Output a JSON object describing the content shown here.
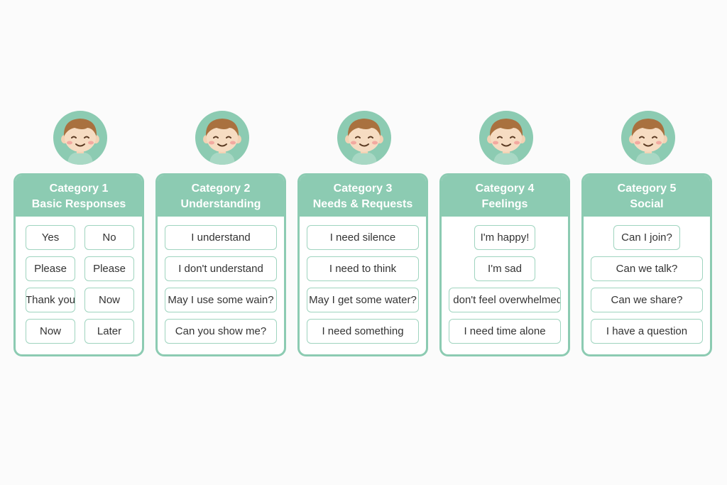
{
  "colors": {
    "accent": "#8ccbb2",
    "button_border": "#9fd4bf",
    "text": "#333333",
    "background": "#fbfbfb"
  },
  "categories": [
    {
      "title": "Category 1",
      "subtitle": "Basic Responses",
      "avatar_icon": "child-face-icon",
      "phrases": [
        "Yes",
        "No",
        "Please",
        "Please",
        "Thank you",
        "Now",
        "Now",
        "Later"
      ]
    },
    {
      "title": "Category 2",
      "subtitle": "Understanding",
      "avatar_icon": "child-face-icon",
      "phrases": [
        "I understand",
        "I don't understand",
        "May I use some wain?",
        "Can you show me?"
      ]
    },
    {
      "title": "Category 3",
      "subtitle": "Needs & Requests",
      "avatar_icon": "child-face-icon",
      "phrases": [
        "I need silence",
        "I need to think",
        "May I get some water?",
        "I need something"
      ]
    },
    {
      "title": "Category 4",
      "subtitle": "Feelings",
      "avatar_icon": "child-face-icon",
      "phrases": [
        "I'm happy!",
        "I'm sad",
        "I don't feel overwhelmed",
        "I need time alone"
      ]
    },
    {
      "title": "Category 5",
      "subtitle": "Social",
      "avatar_icon": "child-face-icon",
      "phrases": [
        "Can I join?",
        "Can we talk?",
        "Can we share?",
        "I have a question"
      ]
    }
  ]
}
